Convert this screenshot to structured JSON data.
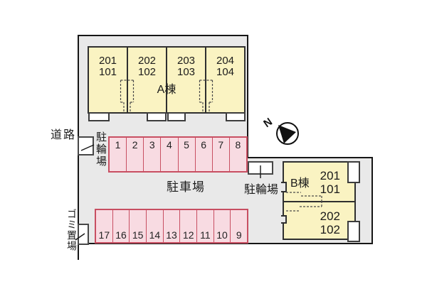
{
  "site": {
    "road_label": "道路",
    "parking_lot_label": "駐車場",
    "bicycle_parking_left_label": "駐輪場",
    "bicycle_parking_right_label": "駐輪場",
    "garbage_area_label": "ゴミ置場",
    "compass_north": "N"
  },
  "buildings": {
    "a": {
      "name": "A棟",
      "units": [
        {
          "upper": "201",
          "lower": "101"
        },
        {
          "upper": "202",
          "lower": "102"
        },
        {
          "upper": "203",
          "lower": "103"
        },
        {
          "upper": "204",
          "lower": "104"
        }
      ]
    },
    "b": {
      "name": "B棟",
      "units": [
        {
          "upper": "201",
          "lower": "101"
        },
        {
          "upper": "202",
          "lower": "102"
        }
      ]
    }
  },
  "parking": {
    "row_top": {
      "spaces": [
        "1",
        "2",
        "3",
        "4",
        "5",
        "6",
        "7",
        "8"
      ]
    },
    "row_bottom": {
      "spaces": [
        "17",
        "16",
        "15",
        "14",
        "13",
        "12",
        "11",
        "10",
        "9"
      ]
    }
  },
  "colors": {
    "site_fill": "#e9e9e9",
    "building_fill": "#faf3c2",
    "parking_fill": "#f8dbe2",
    "parking_border": "#c84f62",
    "outline": "#161616"
  }
}
